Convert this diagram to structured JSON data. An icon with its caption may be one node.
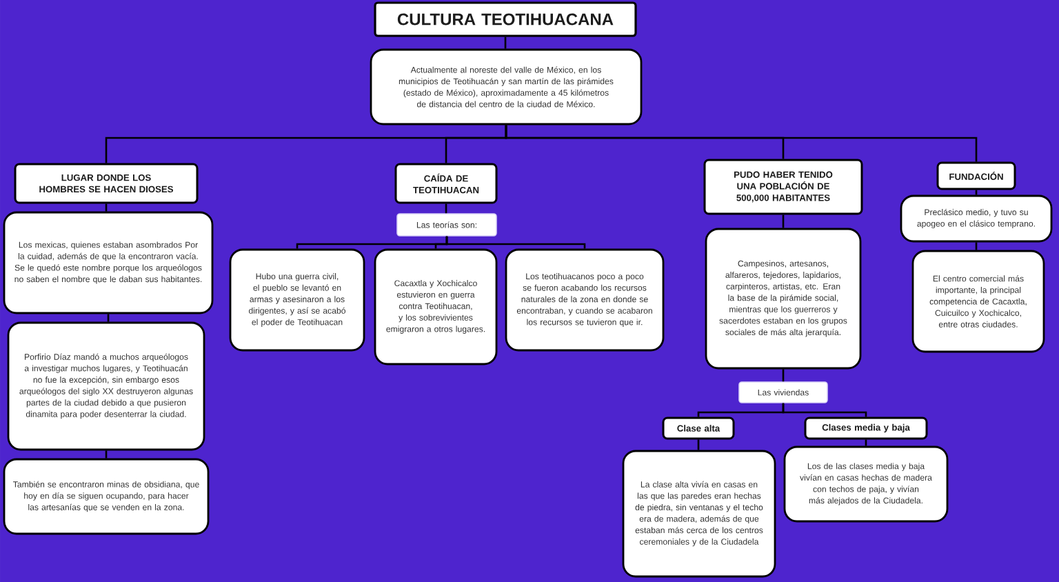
{
  "diagram": {
    "nodes": [
      {
        "text": [
          "CULTURA TEOTIHUACANA"
        ]
      },
      {
        "text": [
          "Actualmente al noreste del valle de México, en los municipios de Teotihuacán y san martín de las pirámides (estado de México), aproximadamente a 45 kilómetros de distancia del centro de la ciudad de México."
        ]
      },
      {
        "text": [
          "LUGAR DONDE LOS HOMBRES SE HACEN DIOSES"
        ]
      },
      {
        "text": [
          "Los mexicas, quienes estaban asombrados Por la cuidad, además de que la encontraron vacía. Se le quedó este nombre porque los arqueólogos no saben el nombre que le daban sus habitantes."
        ]
      },
      {
        "text": [
          "Porfirio Díaz mandó a muchos arqueólogos a investigar muchos lugares, y Teotihuacán no fue la excepción, sin embargo esos arqueólogos del siglo XX destruyeron algunas partes de la ciudad debido a que pusieron dinamita para poder desenterrar la ciudad."
        ]
      },
      {
        "text": [
          "También se encontraron minas de obsidiana, que hoy en día se siguen ocupando, para hacer las artesanías que se venden en la zona."
        ]
      },
      {
        "text": [
          "CAÍDA DE TEOTIHUACAN"
        ]
      },
      {
        "text": [
          "Las teorías son:"
        ]
      },
      {
        "text": [
          "Hubo una guerra civil, el pueblo se levantó en armas y asesinaron a los dirigentes, y así se acabó el poder de Teotihuacan"
        ]
      },
      {
        "text": [
          "Cacaxtla y Xochicalco estuvieron en guerra contra Teotihuacan, y los sobrevivientes emigraron a otros lugares."
        ]
      },
      {
        "text": [
          "Los teotihuacanos poco a poco se fueron acabando los recursos naturales de la zona en donde se encontraban, y cuando se acabaron los recursos se tuvieron que ir."
        ]
      },
      {
        "text": [
          "PUDO HABER TENIDO UNA POBLACIÓN DE 500,000 HABITANTES"
        ]
      },
      {
        "text": [
          "Campesinos, artesanos, alfareros, tejedores, lapidarios, carpinteros, artistas, etc. Eran la base de la pirámide social, mientras que los guerreros y sacerdotes estaban en los grupos sociales de más alta jerarquía."
        ]
      },
      {
        "text": [
          "Las viviendas"
        ]
      },
      {
        "text": [
          "Clase alta"
        ]
      },
      {
        "text": [
          "Clases media y baja"
        ]
      },
      {
        "text": [
          "La clase alta vivía en casas en las que las paredes eran hechas de piedra, sin ventanas y el techo era de madera, además de que estaban más cerca de los centros ceremoniales y de la Ciudadela"
        ]
      },
      {
        "text": [
          "Los de las clases media y baja vivían en casas hechas de madera con techos de paja, y vivían más alejados de la Ciudadela."
        ]
      },
      {
        "text": [
          "FUNDACIÓN"
        ]
      },
      {
        "text": [
          "Preclásico medio, y tuvo su apogeo en el clásico temprano."
        ]
      },
      {
        "text": [
          "El centro comercial más importante, la principal competencia de Cacaxtla, Cuicuilco y Xochicalco, entre otras ciudades."
        ]
      }
    ],
    "edges": [
      {
        "from": 0,
        "to": 1,
        "arrow": "none"
      },
      {
        "from": 1,
        "to": 2,
        "arrow": "none"
      },
      {
        "from": 2,
        "to": 3,
        "arrow": "none"
      },
      {
        "from": 3,
        "to": 4,
        "arrow": "none"
      },
      {
        "from": 4,
        "to": 5,
        "arrow": "none"
      },
      {
        "from": 1,
        "to": 6,
        "arrow": "none"
      },
      {
        "from": 6,
        "to": 7,
        "arrow": "none"
      },
      {
        "from": 7,
        "to": 8,
        "arrow": "none"
      },
      {
        "from": 7,
        "to": 9,
        "arrow": "none"
      },
      {
        "from": 7,
        "to": 10,
        "arrow": "none"
      },
      {
        "from": 1,
        "to": 11,
        "arrow": "none"
      },
      {
        "from": 11,
        "to": 12,
        "arrow": "none"
      },
      {
        "from": 12,
        "to": 13,
        "arrow": "none"
      },
      {
        "from": 13,
        "to": 14,
        "arrow": "none"
      },
      {
        "from": 13,
        "to": 15,
        "arrow": "none"
      },
      {
        "from": 14,
        "to": 16,
        "arrow": "none"
      },
      {
        "from": 15,
        "to": 17,
        "arrow": "none"
      },
      {
        "from": 1,
        "to": 18,
        "arrow": "none"
      },
      {
        "from": 18,
        "to": 19,
        "arrow": "none"
      },
      {
        "from": 19,
        "to": 20,
        "arrow": "none"
      }
    ]
  }
}
